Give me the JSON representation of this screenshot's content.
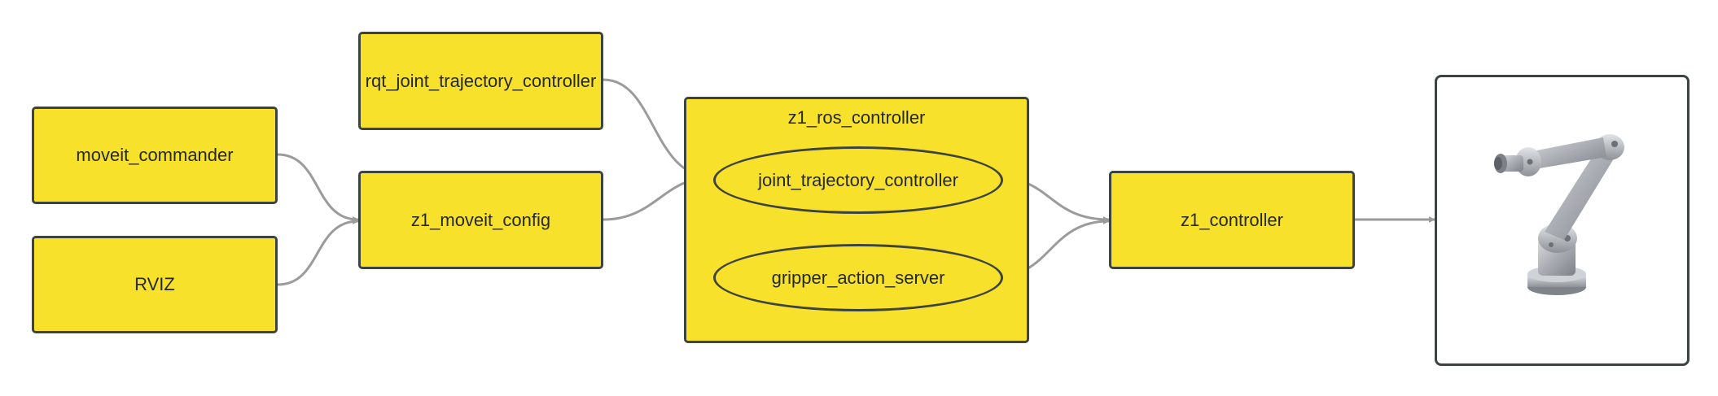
{
  "nodes": {
    "moveit_commander": "moveit_commander",
    "rviz": "RVIZ",
    "rqt_joint_trajectory_controller": "rqt_joint_trajectory_controller",
    "z1_moveit_config": "z1_moveit_config",
    "z1_controller": "z1_controller"
  },
  "group": {
    "label": "z1_ros_controller",
    "children": {
      "joint_trajectory_controller": "joint_trajectory_controller",
      "gripper_action_server": "gripper_action_server"
    }
  },
  "edges": [
    {
      "from": "moveit_commander",
      "to": "z1_moveit_config"
    },
    {
      "from": "RVIZ",
      "to": "z1_moveit_config"
    },
    {
      "from": "rqt_joint_trajectory_controller",
      "to": "joint_trajectory_controller"
    },
    {
      "from": "z1_moveit_config",
      "to": "joint_trajectory_controller"
    },
    {
      "from": "joint_trajectory_controller",
      "to": "z1_controller"
    },
    {
      "from": "gripper_action_server",
      "to": "z1_controller"
    },
    {
      "from": "z1_controller",
      "to": "robot-arm-image"
    }
  ],
  "colors": {
    "node_fill": "#f8e12b",
    "node_border": "#3d4440",
    "edge": "#9b9b9b",
    "text": "#25292a"
  },
  "icons": [
    "robot-arm-image"
  ]
}
